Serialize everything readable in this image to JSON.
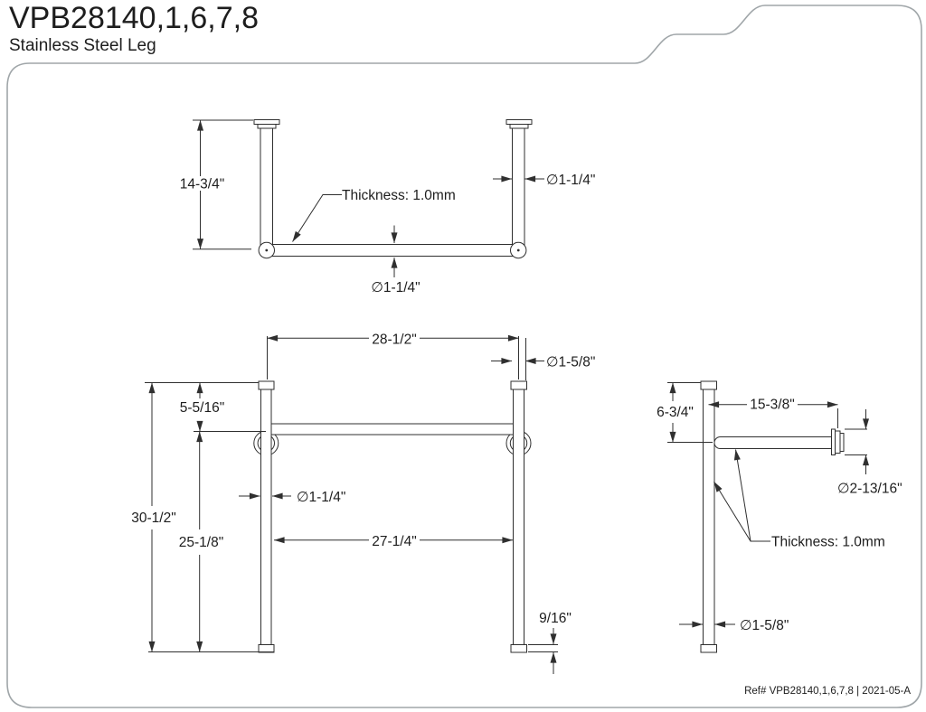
{
  "header": {
    "title": "VPB28140,1,6,7,8",
    "subtitle": "Stainless Steel Leg"
  },
  "footer": {
    "ref": "Ref# VPB28140,1,6,7,8 | 2021-05-A"
  },
  "colors": {
    "line": "#2f2f2f",
    "border": "#a0a6a9",
    "background": "#ffffff"
  },
  "views": {
    "top": {
      "height": "14-3/4\"",
      "thickness_note": "Thickness: 1.0mm",
      "tube_dia_side": "∅1-1/4\"",
      "tube_dia_bar": "∅1-1/4\""
    },
    "front": {
      "overall_width": "28-1/2\"",
      "cap_dia": "∅1-5/8\"",
      "top_offset": "5-5/16\"",
      "overall_height": "30-1/2\"",
      "leg_height": "25-1/8\"",
      "inner_span": "27-1/4\"",
      "leg_dia": "∅1-1/4\"",
      "foot_height": "9/16\""
    },
    "side": {
      "top_offset": "6-3/4\"",
      "arm_length": "15-3/8\"",
      "flange_dia": "∅2-13/16\"",
      "thickness_note": "Thickness: 1.0mm",
      "leg_dia": "∅1-5/8\""
    }
  }
}
